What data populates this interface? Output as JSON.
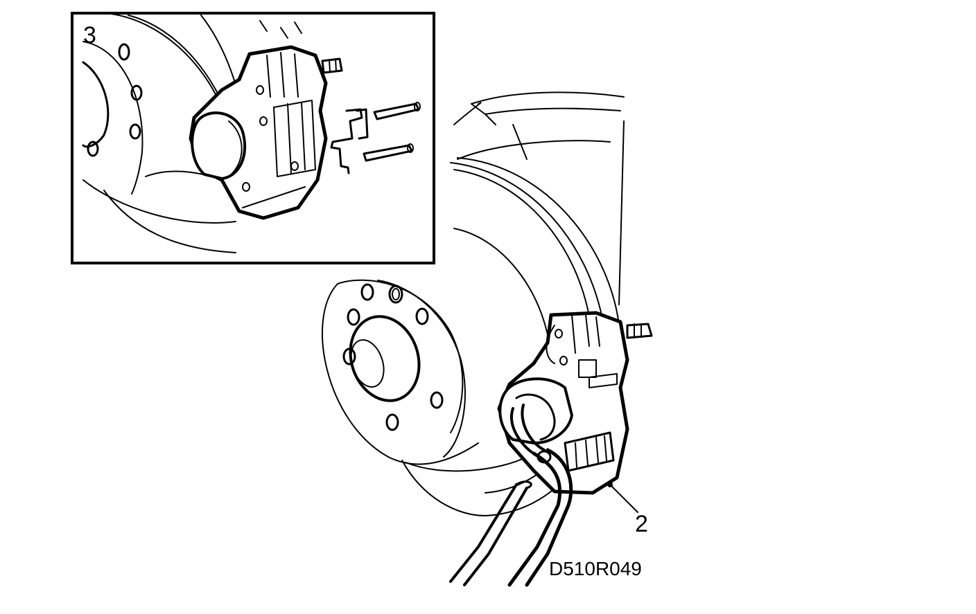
{
  "figure": {
    "callout_inset": "3",
    "callout_caliper": "2",
    "figure_code": "D510R049"
  },
  "icons": {
    "brake_disc": "brake-disc-icon",
    "caliper": "brake-caliper-icon",
    "pliers": "pliers-icon",
    "retaining_spring": "retaining-spring-icon",
    "guide_pins": "guide-pin-icon"
  },
  "colors": {
    "line": "#000000",
    "background": "#ffffff"
  }
}
